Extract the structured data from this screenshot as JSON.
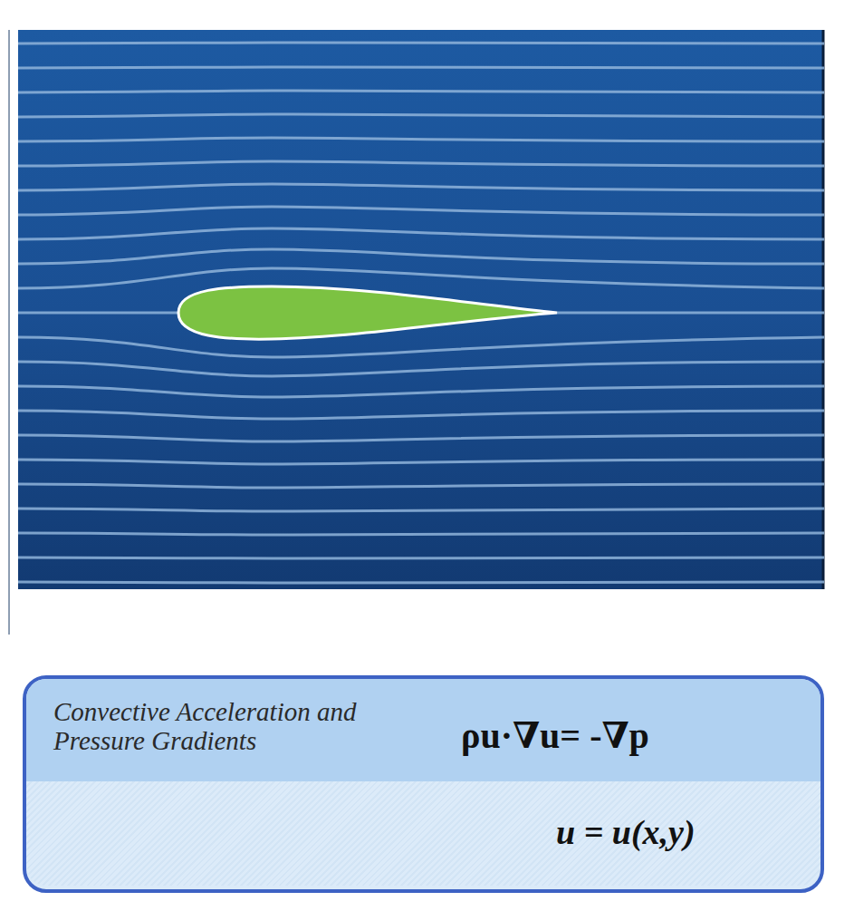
{
  "diagram": {
    "nodes": [
      {
        "text": [
          "Convective Acceleration and Pressure Gradients",
          "ρu·∇u= -∇p"
        ]
      },
      {
        "text": [
          "u = u(x,y)"
        ]
      }
    ]
  }
}
